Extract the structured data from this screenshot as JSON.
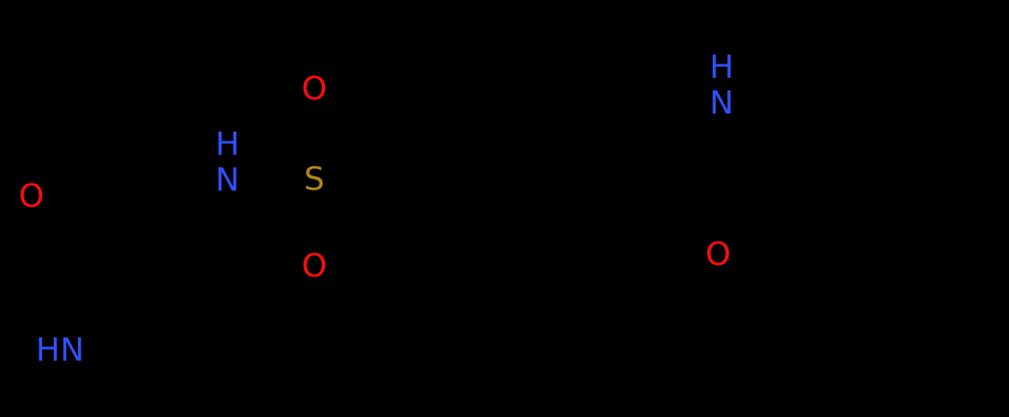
{
  "background": "#000000",
  "colors": {
    "oxygen": "#FF0D0D",
    "nitrogen": "#3050F8",
    "sulfur": "#B2871D",
    "bond": "#000000"
  },
  "atoms": {
    "o_lactam": {
      "label": "O",
      "element": "O"
    },
    "nh_ring": {
      "label": "HN",
      "element": "N"
    },
    "nh_sulfonamide": {
      "h": "H",
      "n": "N",
      "element": "N"
    },
    "s": {
      "label": "S",
      "element": "S"
    },
    "o_sulfonyl_top": {
      "label": "O",
      "element": "O"
    },
    "o_sulfonyl_bottom": {
      "label": "O",
      "element": "O"
    },
    "nh_amide": {
      "h": "H",
      "n": "N",
      "element": "N"
    },
    "o_amide": {
      "label": "O",
      "element": "O"
    }
  }
}
